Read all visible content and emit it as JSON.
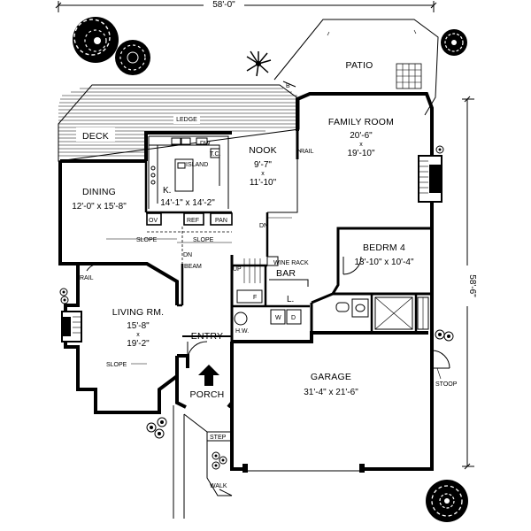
{
  "dimensions": {
    "overall_width": "58'-0\"",
    "overall_depth": "58'-6\""
  },
  "rooms": {
    "patio": "PATIO",
    "family_room": {
      "name": "FAMILY ROOM",
      "w": "20'-6\"",
      "x": "x",
      "d": "19'-10\""
    },
    "deck": "DECK",
    "ledge": "LEDGE",
    "nook": {
      "name": "NOOK",
      "w": "9'-7\"",
      "x": "x",
      "d": "11'-10\""
    },
    "kitchen": {
      "name": "K.",
      "size": "14'-1\" x 14'-2\""
    },
    "island": "ISLAND",
    "dining": {
      "name": "DINING",
      "size": "12'-0\" x 15'-8\""
    },
    "living": {
      "name": "LIVING RM.",
      "w": "15'-8\"",
      "x": "x",
      "d": "19'-2\""
    },
    "bedroom4": {
      "name": "BEDRM 4",
      "size": "13'-10\" x 10'-4\""
    },
    "garage": {
      "name": "GARAGE",
      "size": "31'-4\" x 21'-6\""
    },
    "entry": "ENTRY",
    "porch": "PORCH",
    "bar": "BAR"
  },
  "fixtures": {
    "dw": "DW",
    "tc": "T.C.",
    "ov": "OV",
    "ref": "REF",
    "pan": "PAN",
    "wine_rack": "WINE RACK",
    "w": "W",
    "d": "D",
    "f": "F",
    "l": "L.",
    "hw": "H.W."
  },
  "notes": {
    "rail_family": "RAIL",
    "rail_living": "RAIL",
    "slope_1": "SLOPE",
    "slope_2": "SLOPE",
    "slope_living": "SLOPE",
    "beam": "BEAM",
    "up": "UP",
    "dn_1": "DN",
    "dn_2": "DN",
    "step": "STEP",
    "walk": "WALK",
    "stoop": "STOOP",
    "b": "B"
  }
}
